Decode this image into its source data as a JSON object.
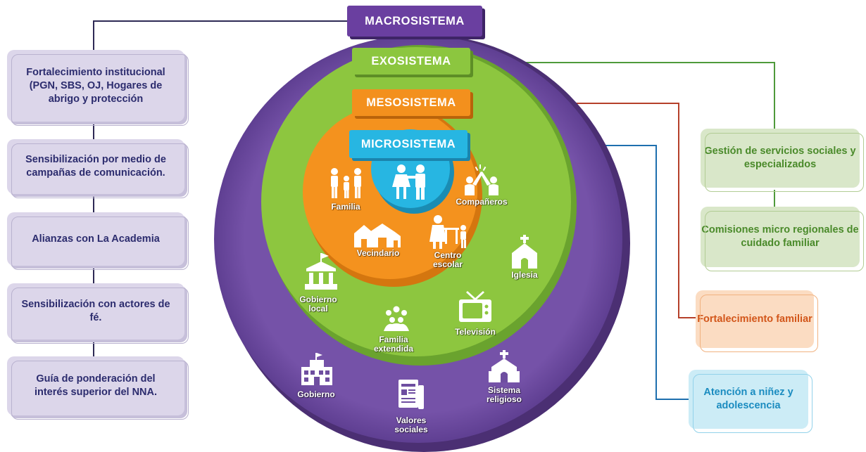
{
  "systems": {
    "macro": "MACROSISTEMA",
    "exo": "EXOSISTEMA",
    "meso": "MESOSISTEMA",
    "micro": "MICROSISTEMA"
  },
  "left_boxes": [
    "Fortalecimiento institucional (PGN, SBS, OJ, Hogares de abrigo y protección",
    "Sensibilización por medio de campañas de comunicación.",
    "Alianzas con La Academia",
    "Sensibilización con actores de fé.",
    "Guía de ponderación del interés superior del NNA."
  ],
  "right_boxes": {
    "gestion": "Gestión de servicios sociales y especializados",
    "comisiones": "Comisiones micro regionales de cuidado familiar",
    "fortalecimiento": "Fortalecimiento familiar",
    "atencion": "Atención a niñez y adolescencia"
  },
  "micro_labels": {
    "familia": "Familia",
    "companeros": "Compañeros",
    "vecindario": "Vecindario",
    "centro_escolar": "Centro escolar"
  },
  "exo_labels": {
    "iglesia": "Iglesia",
    "gobierno_local": "Gobierno local",
    "familia_extendida": "Familia extendida",
    "television": "Televisión"
  },
  "macro_labels": {
    "gobierno": "Gobierno",
    "valores_sociales": "Valores sociales",
    "sistema_religioso": "Sistema religioso"
  },
  "colors": {
    "macro": "#6e4ea0",
    "exo": "#8cc63e",
    "meso": "#f3901d",
    "micro": "#25b4e0",
    "left_box": "#dcd6ea",
    "left_text": "#2c2c6e"
  }
}
